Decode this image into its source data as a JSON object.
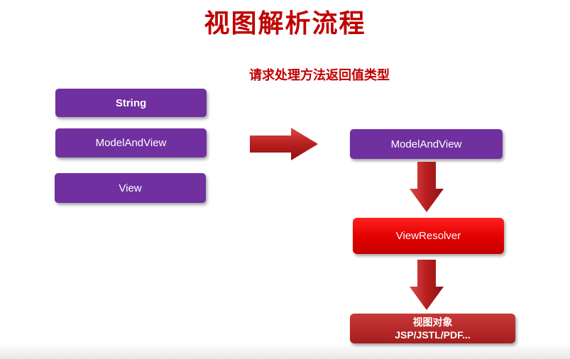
{
  "title": "视图解析流程",
  "subtitle": "请求处理方法返回值类型",
  "return_types": [
    {
      "label": "String"
    },
    {
      "label": "ModelAndView"
    },
    {
      "label": "View"
    }
  ],
  "flow": {
    "model_and_view": "ModelAndView",
    "view_resolver": "ViewResolver",
    "view_object_line1": "视图对象",
    "view_object_line2": "JSP/JSTL/PDF..."
  },
  "colors": {
    "title": "#c00000",
    "purple_box": "#7030a0",
    "resolver_red": "#e00000",
    "arrow_red": "#c0282a"
  }
}
